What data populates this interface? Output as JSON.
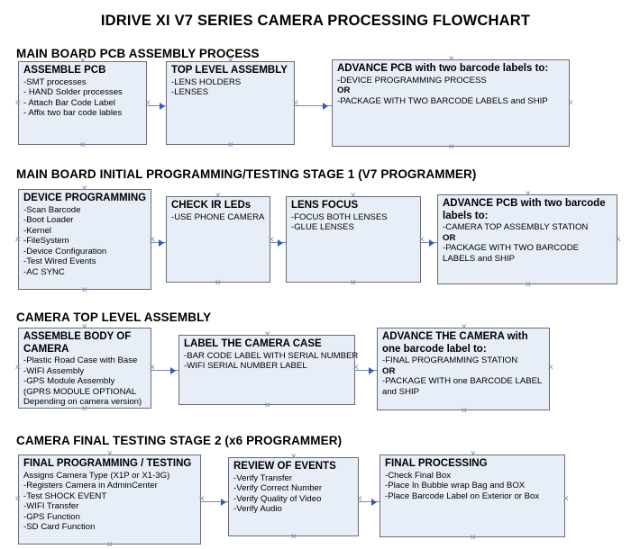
{
  "page": {
    "title": "IDRIVE XI V7 SERIES CAMERA PROCESSING FLOWCHART"
  },
  "sections": [
    {
      "header": "MAIN BOARD PCB ASSEMBLY PROCESS",
      "nodes": [
        {
          "title": "ASSEMBLE PCB",
          "lines": [
            "-SMT processes",
            "- HAND Solder processes",
            "- Attach Bar Code Label",
            "- Affix two bar code lables"
          ]
        },
        {
          "title": "TOP LEVEL ASSEMBLY",
          "lines": [
            "-LENS HOLDERS",
            "-LENSES"
          ]
        },
        {
          "title": "ADVANCE PCB with two barcode labels to:",
          "lines": [
            "-DEVICE PROGRAMMING PROCESS",
            "OR",
            "-PACKAGE WITH TWO BARCODE LABELS and SHIP"
          ]
        }
      ]
    },
    {
      "header": "MAIN BOARD INITIAL PROGRAMMING/TESTING STAGE 1 (V7 PROGRAMMER)",
      "nodes": [
        {
          "title": "DEVICE PROGRAMMING",
          "lines": [
            "-Scan Barcode",
            "-Boot Loader",
            "-Kernel",
            "-FileSystem",
            "-Device Configuration",
            "-Test Wired Events",
            "-AC SYNC"
          ]
        },
        {
          "title": "CHECK IR LEDs",
          "lines": [
            "-USE PHONE CAMERA"
          ]
        },
        {
          "title": "LENS FOCUS",
          "lines": [
            "-FOCUS BOTH LENSES",
            "-GLUE LENSES"
          ]
        },
        {
          "title": "ADVANCE PCB with two barcode labels to:",
          "lines": [
            "-CAMERA TOP ASSEMBLY STATION",
            "OR",
            "-PACKAGE WITH TWO BARCODE LABELS and SHIP"
          ]
        }
      ]
    },
    {
      "header": "CAMERA TOP LEVEL ASSEMBLY",
      "nodes": [
        {
          "title": "ASSEMBLE BODY OF CAMERA",
          "lines": [
            "-Plastic Road Case with Base",
            "-WIFI Assembly",
            "-GPS Module Assembly",
            "(GPRS MODULE OPTIONAL",
            "Depending on camera version)"
          ]
        },
        {
          "title": "LABEL THE CAMERA CASE",
          "lines": [
            "-BAR CODE LABEL WITH SERIAL NUMBER",
            "-WIFI SERIAL NUMBER LABEL"
          ]
        },
        {
          "title": "ADVANCE THE CAMERA with one barcode label to:",
          "lines": [
            "-FINAL PROGRAMMING STATION",
            "OR",
            "-PACKAGE WITH one BARCODE LABEL and SHIP"
          ]
        }
      ]
    },
    {
      "header": "CAMERA FINAL TESTING STAGE 2 (x6 PROGRAMMER)",
      "nodes": [
        {
          "title": "FINAL PROGRAMMING / TESTING",
          "lines": [
            "Assigns Camera Type (X1P or X1-3G)",
            "-Registers Camera in AdminCenter",
            "-Test SHOCK EVENT",
            "-WIFI Transfer",
            "-GPS Function",
            "-SD Card Function"
          ]
        },
        {
          "title": "REVIEW OF EVENTS",
          "lines": [
            "-Verify Transfer",
            "-Verify Correct Number",
            "-Verify Quality of Video",
            "-Verify Audio"
          ]
        },
        {
          "title": "FINAL PROCESSING",
          "lines": [
            " -Check Final Box",
            "-Place In Bubble wrap Bag and BOX",
            "-Place Barcode Label on Exterior or Box"
          ]
        }
      ]
    }
  ],
  "colors": {
    "node_fill": "#e8eef7",
    "node_border": "#6a6a78",
    "connector": "#7488ae",
    "arrow_head": "#2f5bbf",
    "text": "#000000"
  }
}
